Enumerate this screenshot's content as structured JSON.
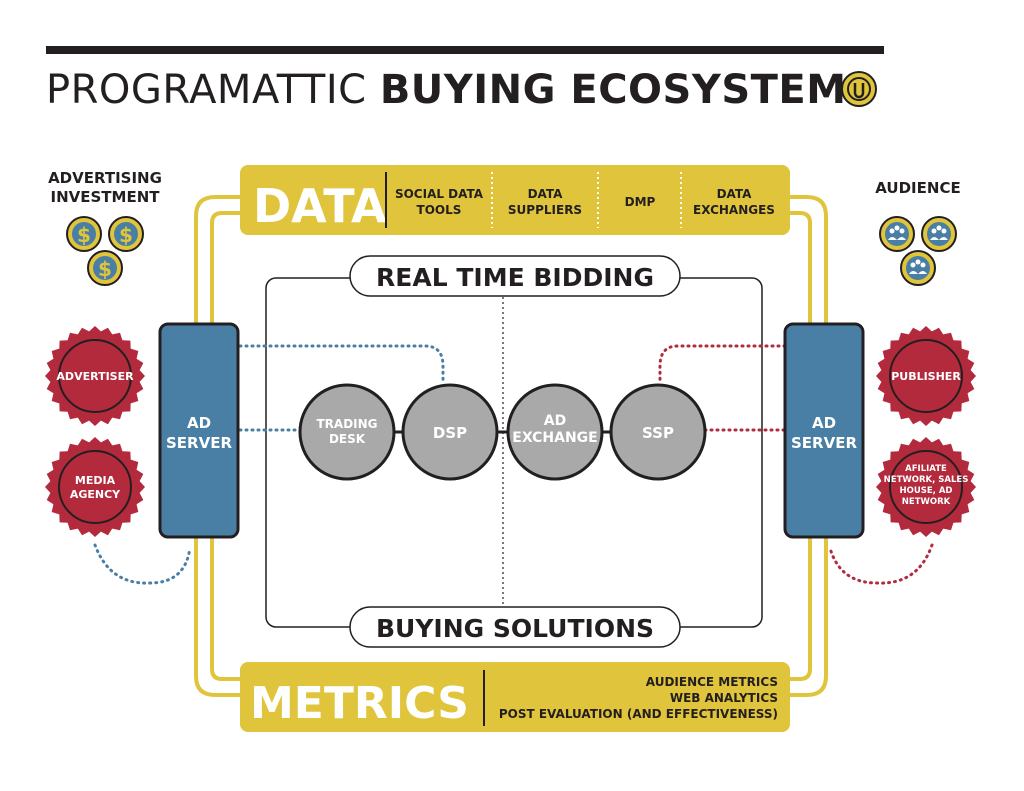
{
  "title": {
    "light": "PROGRAMATTIC",
    "bold": "BUYING ECOSYSTEM"
  },
  "left": {
    "investment_label_1": "ADVERTISING",
    "investment_label_2": "INVESTMENT",
    "dollar_symbol": "$"
  },
  "right": {
    "audience_label": "AUDIENCE"
  },
  "data_bar": {
    "big_label": "DATA",
    "items": [
      {
        "line1": "SOCIAL DATA",
        "line2": "TOOLS"
      },
      {
        "line1": "DATA",
        "line2": "SUPPLIERS"
      },
      {
        "line1": "DMP",
        "line2": ""
      },
      {
        "line1": "DATA",
        "line2": "EXCHANGES"
      }
    ]
  },
  "metrics_bar": {
    "big_label": "METRICS",
    "items": [
      "AUDIENCE METRICS",
      "WEB ANALYTICS",
      "POST EVALUATION (AND EFFECTIVENESS)"
    ]
  },
  "center": {
    "rtb_label": "REAL TIME BIDDING",
    "buying_label": "BUYING SOLUTIONS"
  },
  "ad_server_left": {
    "line1": "AD",
    "line2": "SERVER"
  },
  "ad_server_right": {
    "line1": "AD",
    "line2": "SERVER"
  },
  "badges": {
    "advertiser": "ADVERTISER",
    "media_agency": {
      "line1": "MEDIA",
      "line2": "AGENCY"
    },
    "publisher": "PUBLISHER",
    "affiliate": {
      "line1": "AFILIATE",
      "line2": "NETWORK, SALES",
      "line3": "HOUSE, AD",
      "line4": "NETWORK"
    }
  },
  "nodes": {
    "trading_desk": {
      "line1": "TRADING",
      "line2": "DESK"
    },
    "dsp": "DSP",
    "ad_exchange": {
      "line1": "AD",
      "line2": "EXCHANGE"
    },
    "ssp": "SSP"
  },
  "colors": {
    "yellow": "#dfc43c",
    "blue": "#4a7fa5",
    "red": "#b22a3c",
    "grey": "#a9a9a9",
    "dark": "#231f20",
    "dot_blue": "#4a7fa5",
    "dot_red": "#b22a3c"
  }
}
